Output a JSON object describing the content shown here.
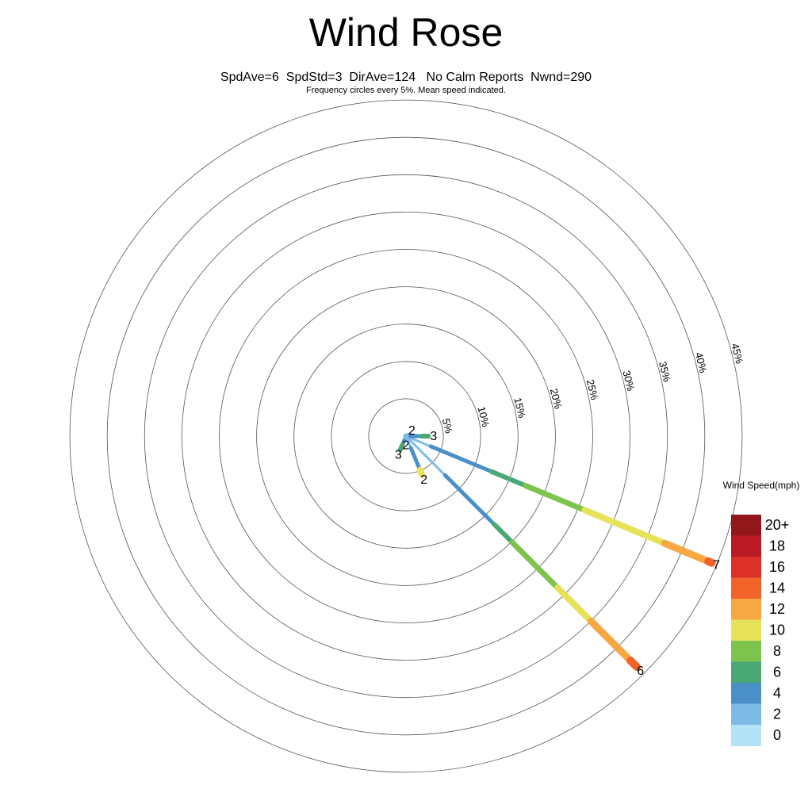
{
  "chart_data": {
    "type": "windrose",
    "title": "Wind Rose",
    "subtitle": "SpdAve=6  SpdStd=3  DirAve=124   No Calm Reports  Nwnd=290",
    "note": "Frequency circles every 5%. Mean speed indicated.",
    "radial_axis": {
      "unit": "%",
      "step": 5,
      "max": 45,
      "ticks": [
        "5%",
        "10%",
        "15%",
        "20%",
        "25%",
        "30%",
        "35%",
        "40%",
        "45%"
      ]
    },
    "legend": {
      "title": "Wind Speed(mph)",
      "bins": [
        {
          "label": "20+",
          "color": "#93161b"
        },
        {
          "label": "18",
          "color": "#bb1b24"
        },
        {
          "label": "16",
          "color": "#dc3029"
        },
        {
          "label": "14",
          "color": "#f2632a"
        },
        {
          "label": "12",
          "color": "#f7a843"
        },
        {
          "label": "10",
          "color": "#e6e25a"
        },
        {
          "label": "8",
          "color": "#7cc44e"
        },
        {
          "label": "6",
          "color": "#4aa776"
        },
        {
          "label": "4",
          "color": "#4a8fc7"
        },
        {
          "label": "2",
          "color": "#7dbbe6"
        },
        {
          "label": "0",
          "color": "#b3e3f7"
        }
      ]
    },
    "petals": [
      {
        "direction": 112.5,
        "mean_speed": "7",
        "segments": [
          {
            "bin": "2",
            "to": 3.6
          },
          {
            "bin": "4",
            "to": 12.4
          },
          {
            "bin": "6",
            "to": 17.3
          },
          {
            "bin": "8",
            "to": 25.9
          },
          {
            "bin": "10",
            "to": 37.5
          },
          {
            "bin": "12",
            "to": 43.8
          },
          {
            "bin": "14",
            "to": 44.3
          }
        ]
      },
      {
        "direction": 135,
        "mean_speed": "6",
        "segments": [
          {
            "bin": "2",
            "to": 7.4
          },
          {
            "bin": "4",
            "to": 16.7
          },
          {
            "bin": "6",
            "to": 20.1
          },
          {
            "bin": "8",
            "to": 28.7
          },
          {
            "bin": "10",
            "to": 35.0
          },
          {
            "bin": "12",
            "to": 42.5
          },
          {
            "bin": "14",
            "to": 43.7
          }
        ]
      },
      {
        "direction": 90,
        "mean_speed": "3",
        "segments": [
          {
            "bin": "2",
            "to": 0.5
          },
          {
            "bin": "4",
            "to": 2.1
          },
          {
            "bin": "6",
            "to": 3.0
          }
        ]
      },
      {
        "direction": 157.5,
        "mean_speed": "2",
        "segments": [
          {
            "bin": "2",
            "to": 1.7
          },
          {
            "bin": "4",
            "to": 4.9
          },
          {
            "bin": "10",
            "to": 5.6
          }
        ]
      },
      {
        "direction": 202.5,
        "mean_speed": "3",
        "segments": [
          {
            "bin": "2",
            "to": 0.5
          },
          {
            "bin": "4",
            "to": 1.3
          },
          {
            "bin": "6",
            "to": 2.0
          }
        ]
      },
      {
        "direction": 45,
        "mean_speed": "2",
        "segments": [
          {
            "bin": "2",
            "to": 0.4
          }
        ]
      },
      {
        "direction": 180,
        "mean_speed": "2",
        "segments": [
          {
            "bin": "2",
            "to": 0.5
          }
        ]
      }
    ]
  }
}
